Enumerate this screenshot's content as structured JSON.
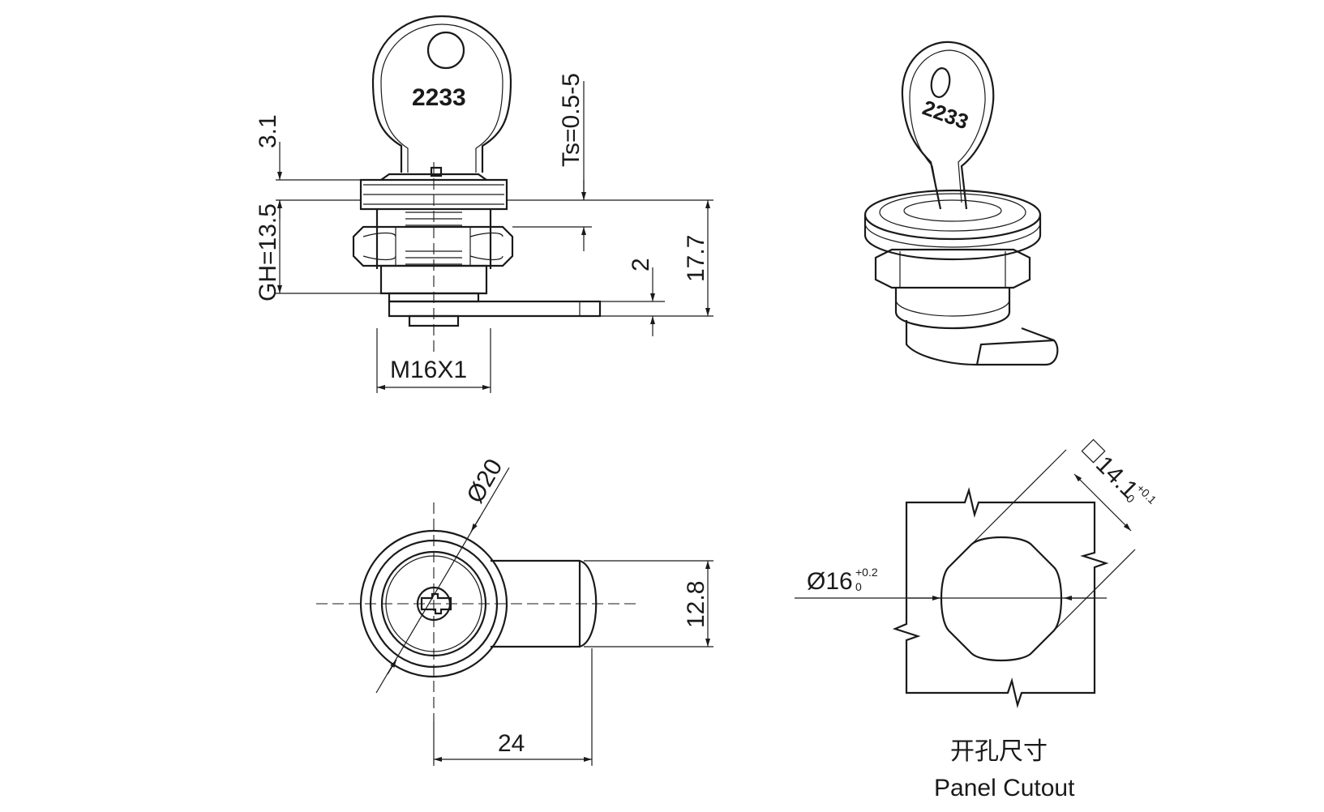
{
  "key_number": "2233",
  "dims": {
    "d3_1": "3.1",
    "ts": "Ts=0.5-5",
    "gh": "GH=13.5",
    "d2": "2",
    "d17_7": "17.7",
    "thread": "M16X1",
    "dia20": "Ø20",
    "d12_8": "12.8",
    "d24": "24",
    "dia16": "Ø16",
    "dia16_tol_upper": "+0.2",
    "dia16_tol_lower": "0",
    "sq14": "14.1",
    "sq14_tol_upper": "+0.1",
    "sq14_tol_lower": "0"
  },
  "caption": {
    "cn": "开孔尺寸",
    "en": "Panel Cutout"
  }
}
